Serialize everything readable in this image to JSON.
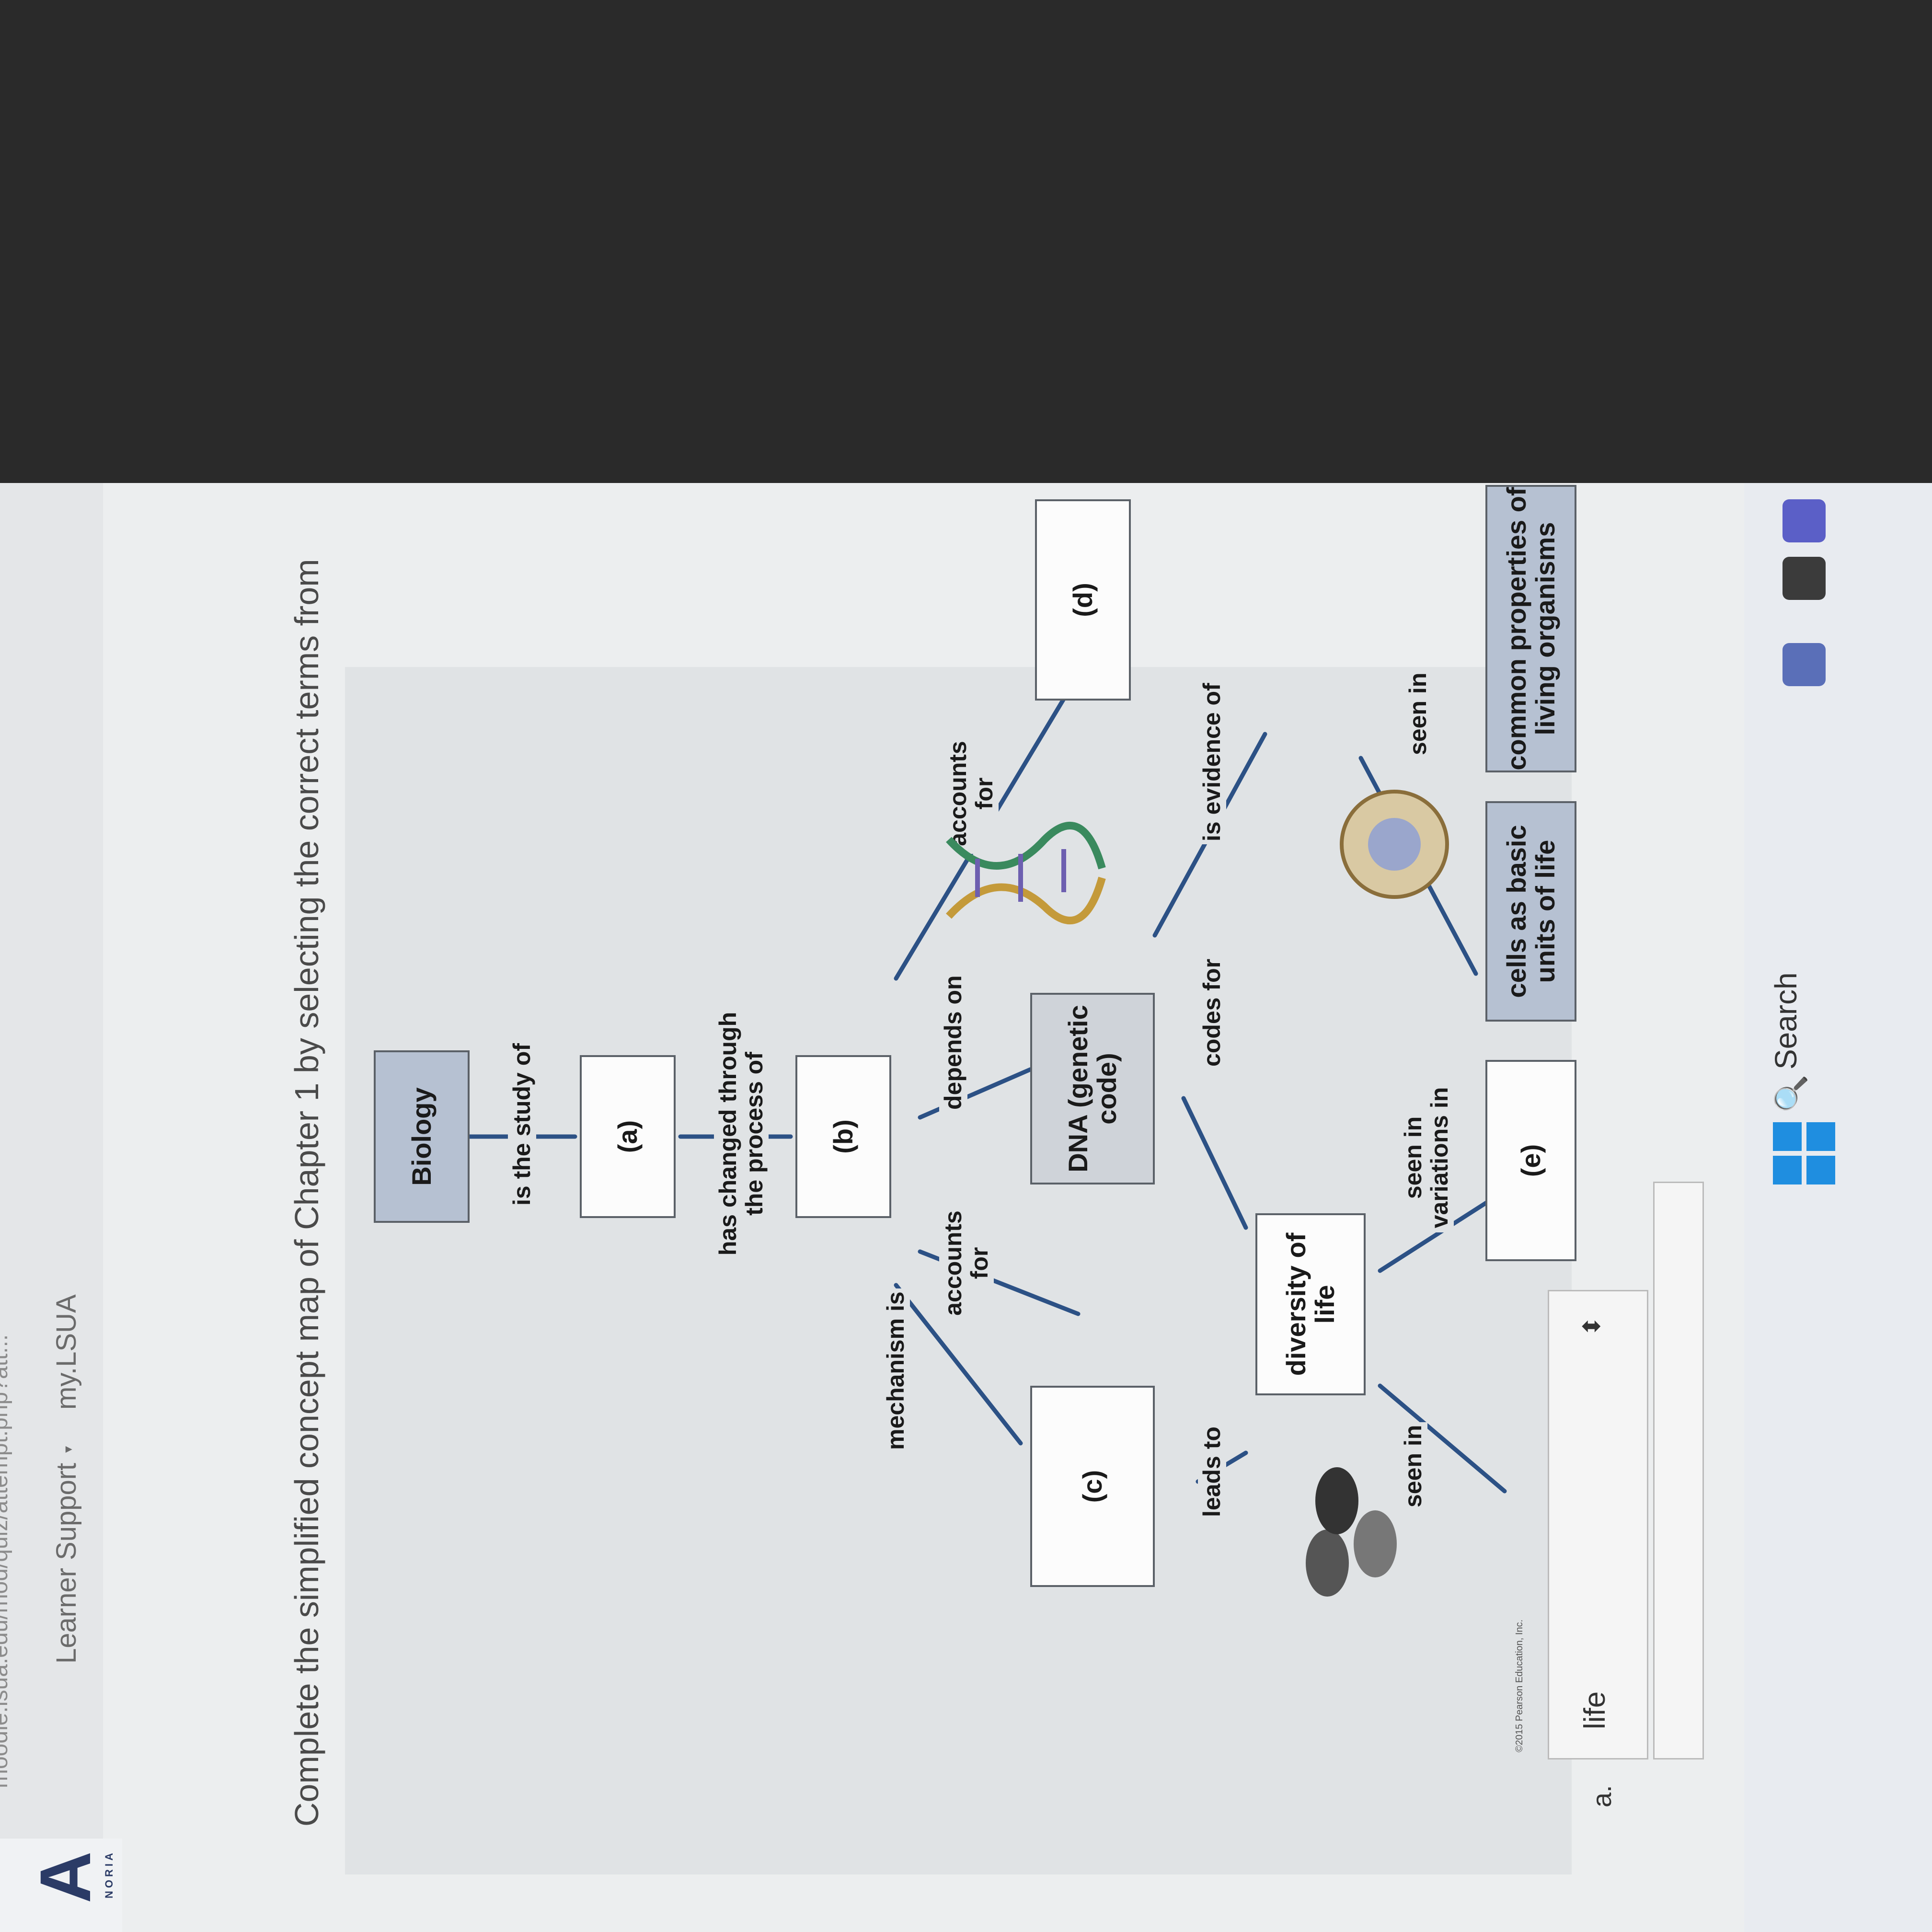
{
  "browser": {
    "url": "moodle.lsua.edu/mod/quiz/attempt.php?att..."
  },
  "header": {
    "logo_text": "A",
    "logo_sub": "NORIA",
    "nav": [
      "Learner Support",
      "my.LSUA"
    ],
    "nav_caret": "▾"
  },
  "question": {
    "prompt": "Complete the simplified concept map of Chapter 1 by selecting the correct terms from"
  },
  "concept_map": {
    "nodes": {
      "biology": "Biology",
      "a": "(a)",
      "b": "(b)",
      "c": "(c)",
      "d": "(d)",
      "e": "(e)",
      "dna": "DNA (genetic code)",
      "diversity": "diversity of life",
      "cells": "cells as basic units of life",
      "common": "common properties of living organisms",
      "blank": ""
    },
    "links": {
      "is_study_of": "is the study of",
      "has_changed": "has changed through the process of",
      "mechanism_is": "mechanism is",
      "accounts_for_1": "accounts for",
      "depends_on": "depends on",
      "accounts_for_2": "accounts for",
      "leads_to": "leads to",
      "codes_for": "codes for",
      "is_evidence_of": "is evidence of",
      "seen_in_1": "seen in",
      "seen_in_variations": "seen in variations in",
      "seen_in_2": "seen in"
    },
    "copyright": "©2015 Pearson Education, Inc.",
    "line_color": "#2c5185"
  },
  "answers": {
    "a_label": "a.",
    "a_value": "life",
    "dropdown_caret": "⬍"
  },
  "taskbar": {
    "search_label": "Search",
    "search_icon": "search-icon",
    "start_icon": "windows-start-icon"
  }
}
